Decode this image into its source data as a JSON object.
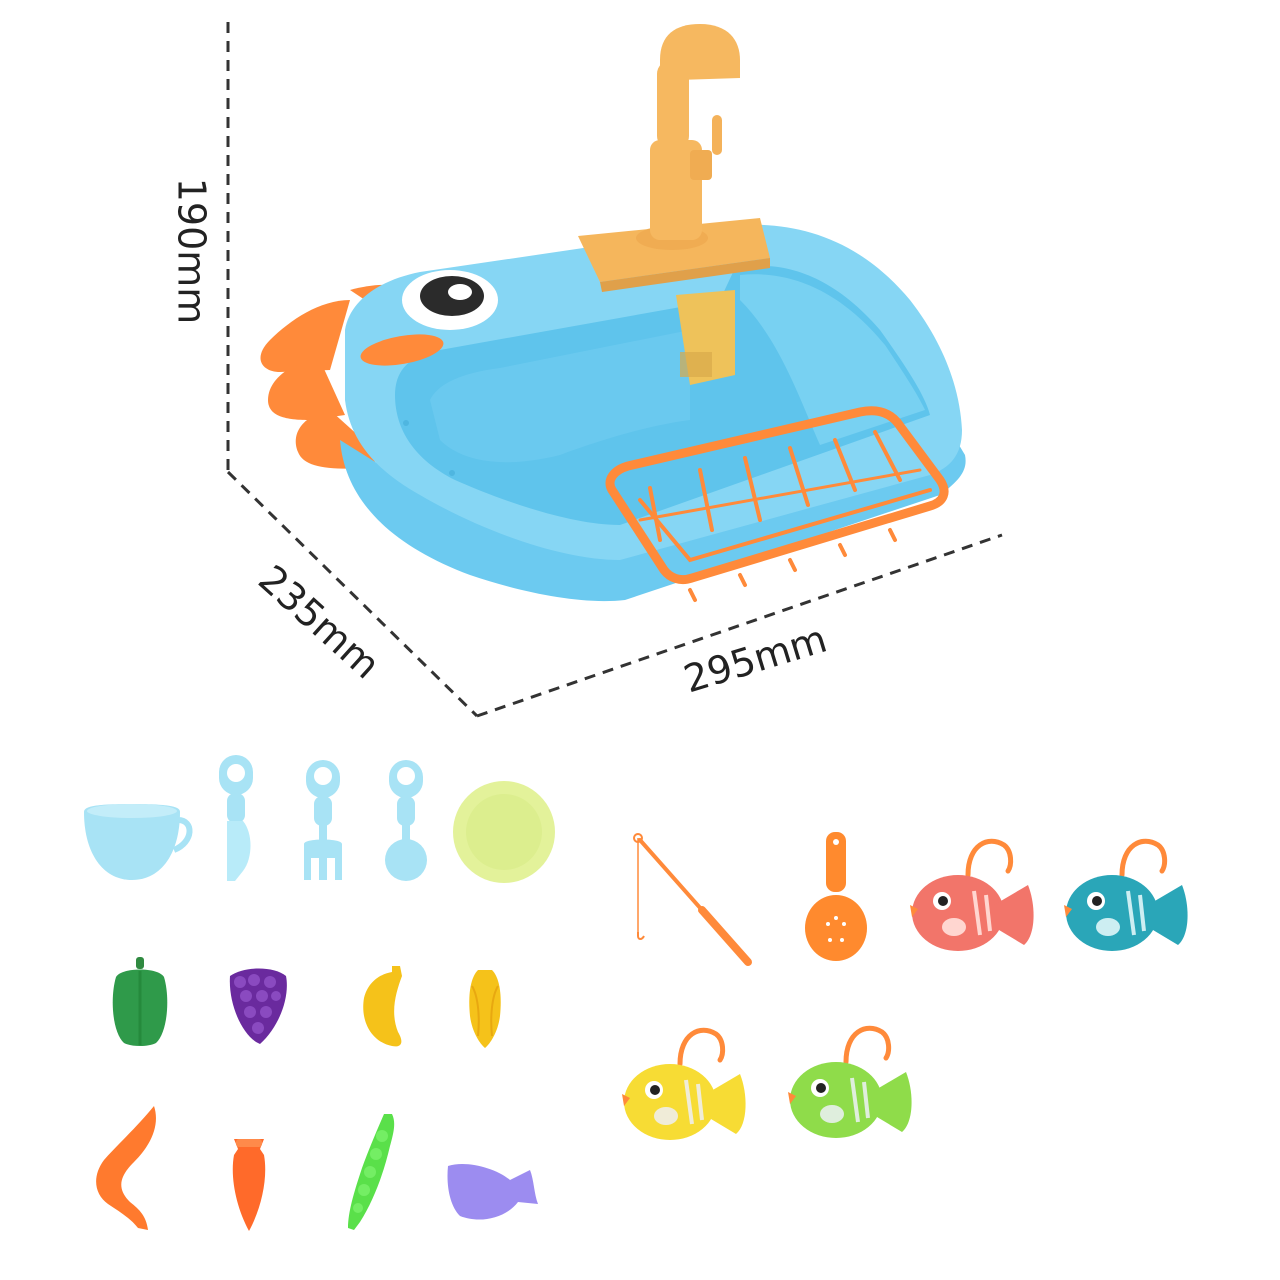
{
  "product": {
    "name": "toy-sink",
    "colors": {
      "body": "#7cd3f2",
      "body_dark": "#5bbfe6",
      "body_light": "#a9e4f8",
      "faucet": "#f4b25a",
      "faucet_dark": "#e6a046",
      "basket": "#ff8a3a",
      "accent_orange": "#ff8a3a",
      "eye_white": "#ffffff",
      "eye_pupil": "#2b2b2b"
    }
  },
  "dimensions": {
    "height": "190mm",
    "depth": "235mm",
    "width": "295mm",
    "line_color": "#333333"
  },
  "accessories": {
    "tableware": [
      {
        "name": "cup",
        "color": "#a8e3f5"
      },
      {
        "name": "knife",
        "color": "#a8e3f5"
      },
      {
        "name": "fork",
        "color": "#a8e3f5"
      },
      {
        "name": "spoon",
        "color": "#a8e3f5"
      },
      {
        "name": "plate",
        "color": "#e3f29a"
      }
    ],
    "food_row1": [
      {
        "name": "green-pepper",
        "color": "#2f9a4a"
      },
      {
        "name": "grapes",
        "color": "#6a2a9e"
      },
      {
        "name": "banana",
        "color": "#f5c21a"
      },
      {
        "name": "corn",
        "color": "#f5c21a"
      }
    ],
    "food_row2": [
      {
        "name": "shrimp",
        "color": "#ff7a2e"
      },
      {
        "name": "carrot",
        "color": "#ff6a2a"
      },
      {
        "name": "peas",
        "color": "#5ae04a"
      },
      {
        "name": "fish-food",
        "color": "#9c8cf0"
      }
    ],
    "fishing": [
      {
        "name": "fishing-rod",
        "color": "#ff8a3a"
      },
      {
        "name": "scoop-net",
        "color": "#ff8a2e"
      },
      {
        "name": "fish-pink",
        "color": "#f2756a"
      },
      {
        "name": "fish-teal",
        "color": "#2aa6b8"
      },
      {
        "name": "fish-yellow",
        "color": "#f7dc34"
      },
      {
        "name": "fish-green",
        "color": "#8fdc4a"
      }
    ]
  }
}
